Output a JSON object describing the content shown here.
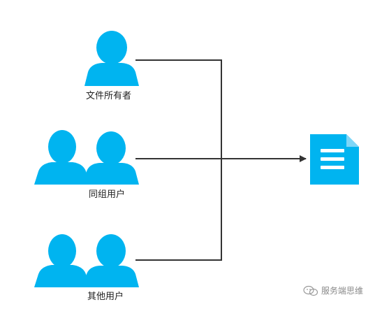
{
  "diagram": {
    "nodes": [
      {
        "id": "owner",
        "label": "文件所有者",
        "icon": "single-user-icon"
      },
      {
        "id": "group",
        "label": "同组用户",
        "icon": "group-users-icon"
      },
      {
        "id": "others",
        "label": "其他用户",
        "icon": "group-users-icon"
      },
      {
        "id": "file",
        "label": "",
        "icon": "document-icon"
      }
    ],
    "edges": [
      {
        "from": "owner",
        "to": "file"
      },
      {
        "from": "group",
        "to": "file"
      },
      {
        "from": "others",
        "to": "file"
      }
    ]
  },
  "watermark": {
    "text": "服务端思维",
    "icon": "wechat-icon"
  },
  "colors": {
    "icon_fill": "#00b4f0",
    "line": "#333333"
  }
}
